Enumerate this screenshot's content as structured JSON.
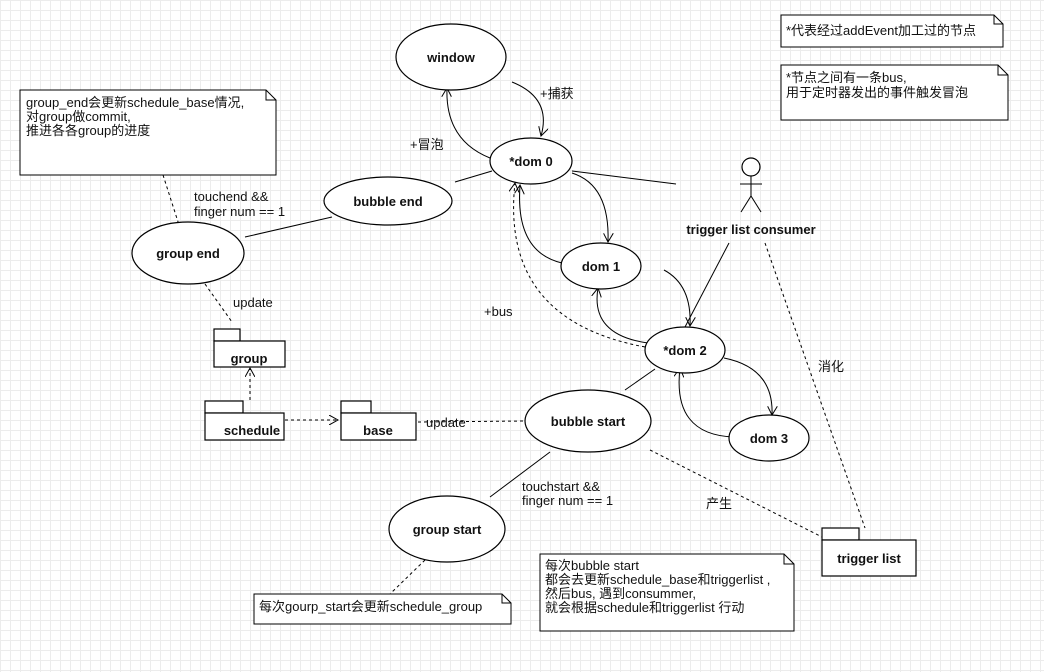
{
  "nodes": {
    "window": "window",
    "dom0": "*dom 0",
    "dom1": "dom 1",
    "dom2": "*dom 2",
    "dom3": "dom 3",
    "bubble_end": "bubble end",
    "group_end": "group end",
    "bubble_start": "bubble start",
    "group_start": "group start"
  },
  "packages": {
    "group": "group",
    "schedule": "schedule",
    "base": "base",
    "trigger_list": "trigger list"
  },
  "actor": {
    "name": "trigger list consumer"
  },
  "edge_labels": {
    "capture": "+捕获",
    "bubble": "+冒泡",
    "bus": "+bus",
    "touchend_1": "touchend &&",
    "touchend_2": "finger num == 1",
    "update_group": "update",
    "update_base": "update",
    "touchstart_1": "touchstart &&",
    "touchstart_2": "finger num == 1",
    "produce": "产生",
    "consume": "消化"
  },
  "notes": {
    "top_right_1": [
      "*代表经过addEvent加工过的节点"
    ],
    "top_right_2": [
      "*节点之间有一条bus,",
      "用于定时器发出的事件触发冒泡"
    ],
    "group_end_note": [
      "group_end会更新schedule_base情况,",
      "对group做commit,",
      "推进各各group的进度"
    ],
    "group_start_note": [
      "每次gourp_start会更新schedule_group"
    ],
    "bubble_start_note": [
      "每次bubble start",
      "都会去更新schedule_base和triggerlist ,",
      "然后bus, 遇到consummer,",
      "就会根据schedule和triggerlist 行动"
    ]
  }
}
